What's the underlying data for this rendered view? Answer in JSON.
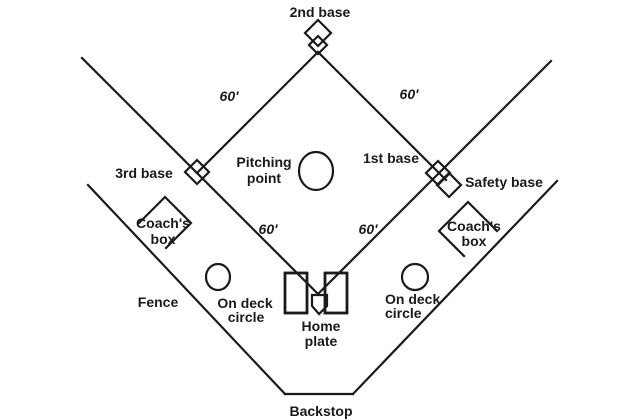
{
  "colors": {
    "line": "#1a1a1a",
    "background": "#ffffff",
    "text": "#1a1a1a"
  },
  "field": {
    "bases": {
      "second": "2nd base",
      "first": "1st base",
      "third": "3rd base",
      "safety": "Safety base"
    },
    "pitching_point": [
      "Pitching",
      "point"
    ],
    "home_plate": [
      "Home",
      "plate"
    ],
    "coachs_box_left": [
      "Coach's",
      "box"
    ],
    "coachs_box_right": [
      "Coach's",
      "box"
    ],
    "on_deck_left": [
      "On deck",
      "circle"
    ],
    "on_deck_right": [
      "On deck",
      "circle"
    ],
    "fence": "Fence",
    "backstop": "Backstop",
    "distances": {
      "second_to_third": "60'",
      "second_to_first": "60'",
      "home_to_third": "60'",
      "home_to_first": "60'"
    }
  }
}
